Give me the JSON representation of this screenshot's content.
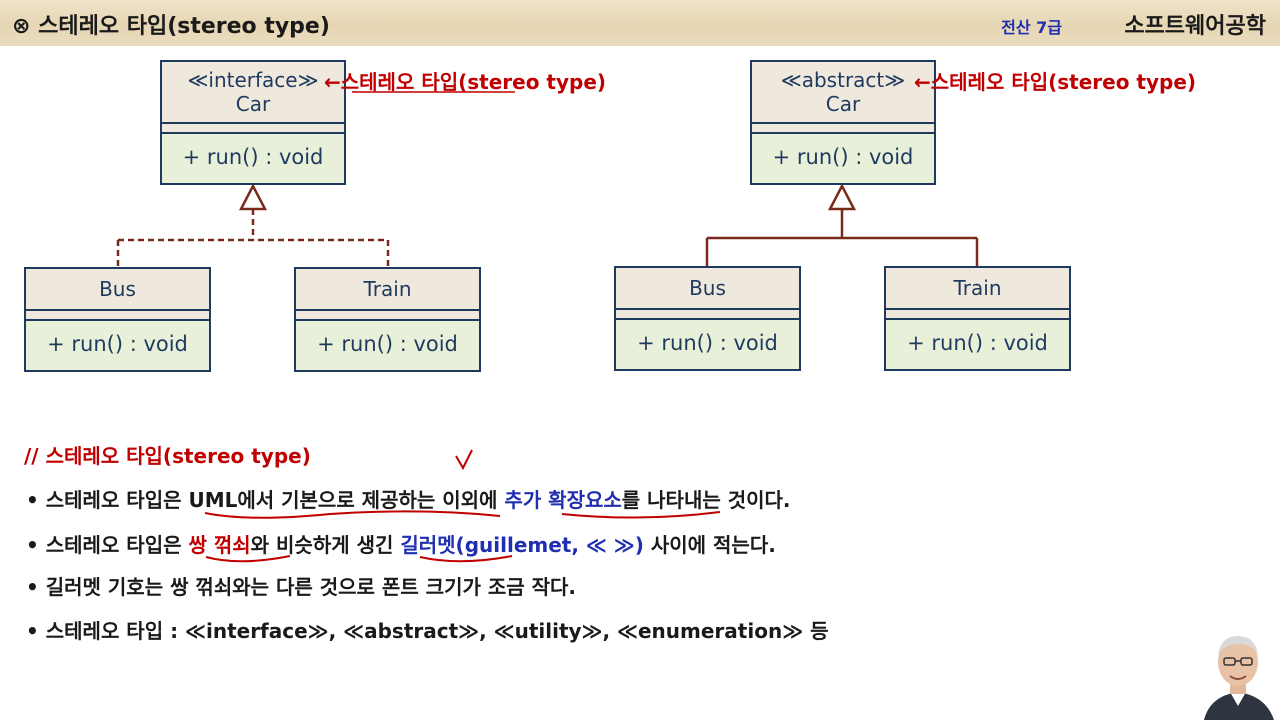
{
  "header": {
    "title": "⊗ 스테레오 타입(stereo type)",
    "subtitle": "전산 7급",
    "course": "소프트웨어공학"
  },
  "diagram_left": {
    "parent": {
      "stereotype": "≪interface≫",
      "name": "Car",
      "operation": "+ run() : void"
    },
    "annotation": "←스테레오 타입(stereo type)",
    "child1": {
      "name": "Bus",
      "operation": "+ run() : void"
    },
    "child2": {
      "name": "Train",
      "operation": "+ run() : void"
    }
  },
  "diagram_right": {
    "parent": {
      "stereotype": "≪abstract≫",
      "name": "Car",
      "operation": "+ run() : void"
    },
    "annotation": "←스테레오 타입(stereo type)",
    "child1": {
      "name": "Bus",
      "operation": "+ run() : void"
    },
    "child2": {
      "name": "Train",
      "operation": "+ run() : void"
    }
  },
  "notes": {
    "title": "// 스테레오 타입(stereo type)",
    "b1_a": "• 스테레오 타입은 UML에서 기본으로 제공하는 이외에 ",
    "b1_b": "추가 확장요소",
    "b1_c": "를 나타내는 것이다.",
    "b2_a": "• 스테레오 타입은 ",
    "b2_b": "쌍 꺾쇠",
    "b2_c": "와 비슷하게 생긴 ",
    "b2_d": "길러멧(guillemet, ≪ ≫)",
    "b2_e": " 사이에 적는다.",
    "b3": "• 길러멧 기호는 쌍 꺾쇠와는 다른 것으로 폰트 크기가 조금 작다.",
    "b4": "• 스테레오 타입 : ≪interface≫, ≪abstract≫, ≪utility≫, ≪enumeration≫ 등"
  },
  "colors": {
    "box_border": "#1f3a5f",
    "box_fill": "#e9f0d9",
    "accent_red": "#c00000",
    "accent_blue": "#1f2fb0"
  }
}
